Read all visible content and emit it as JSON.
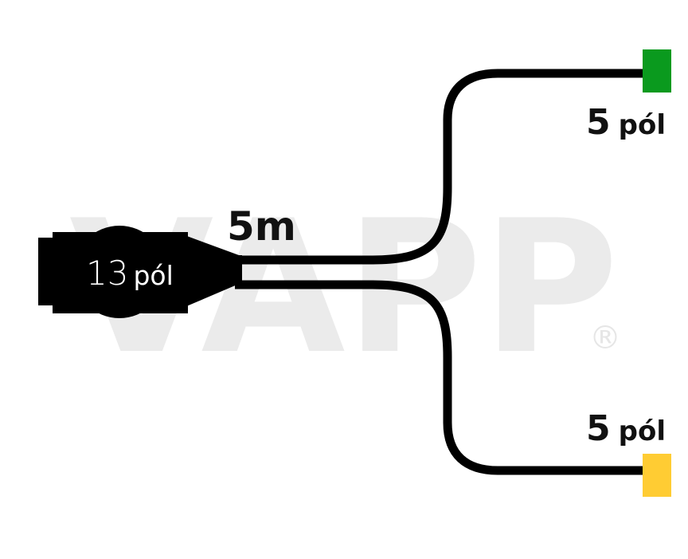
{
  "watermark": {
    "brand": "VAPP",
    "registered_mark": "®"
  },
  "cable": {
    "length_label": "5m"
  },
  "main_connector": {
    "pins_number": "13",
    "pins_unit": "pól"
  },
  "branch_top": {
    "pins_number": "5",
    "pins_unit": "pól",
    "color": "#0a9a1e"
  },
  "branch_bottom": {
    "pins_number": "5",
    "pins_unit": "pól",
    "color": "#ffcc33"
  },
  "colors": {
    "cable": "#000000",
    "watermark": "#ebebeb",
    "background": "#ffffff"
  }
}
